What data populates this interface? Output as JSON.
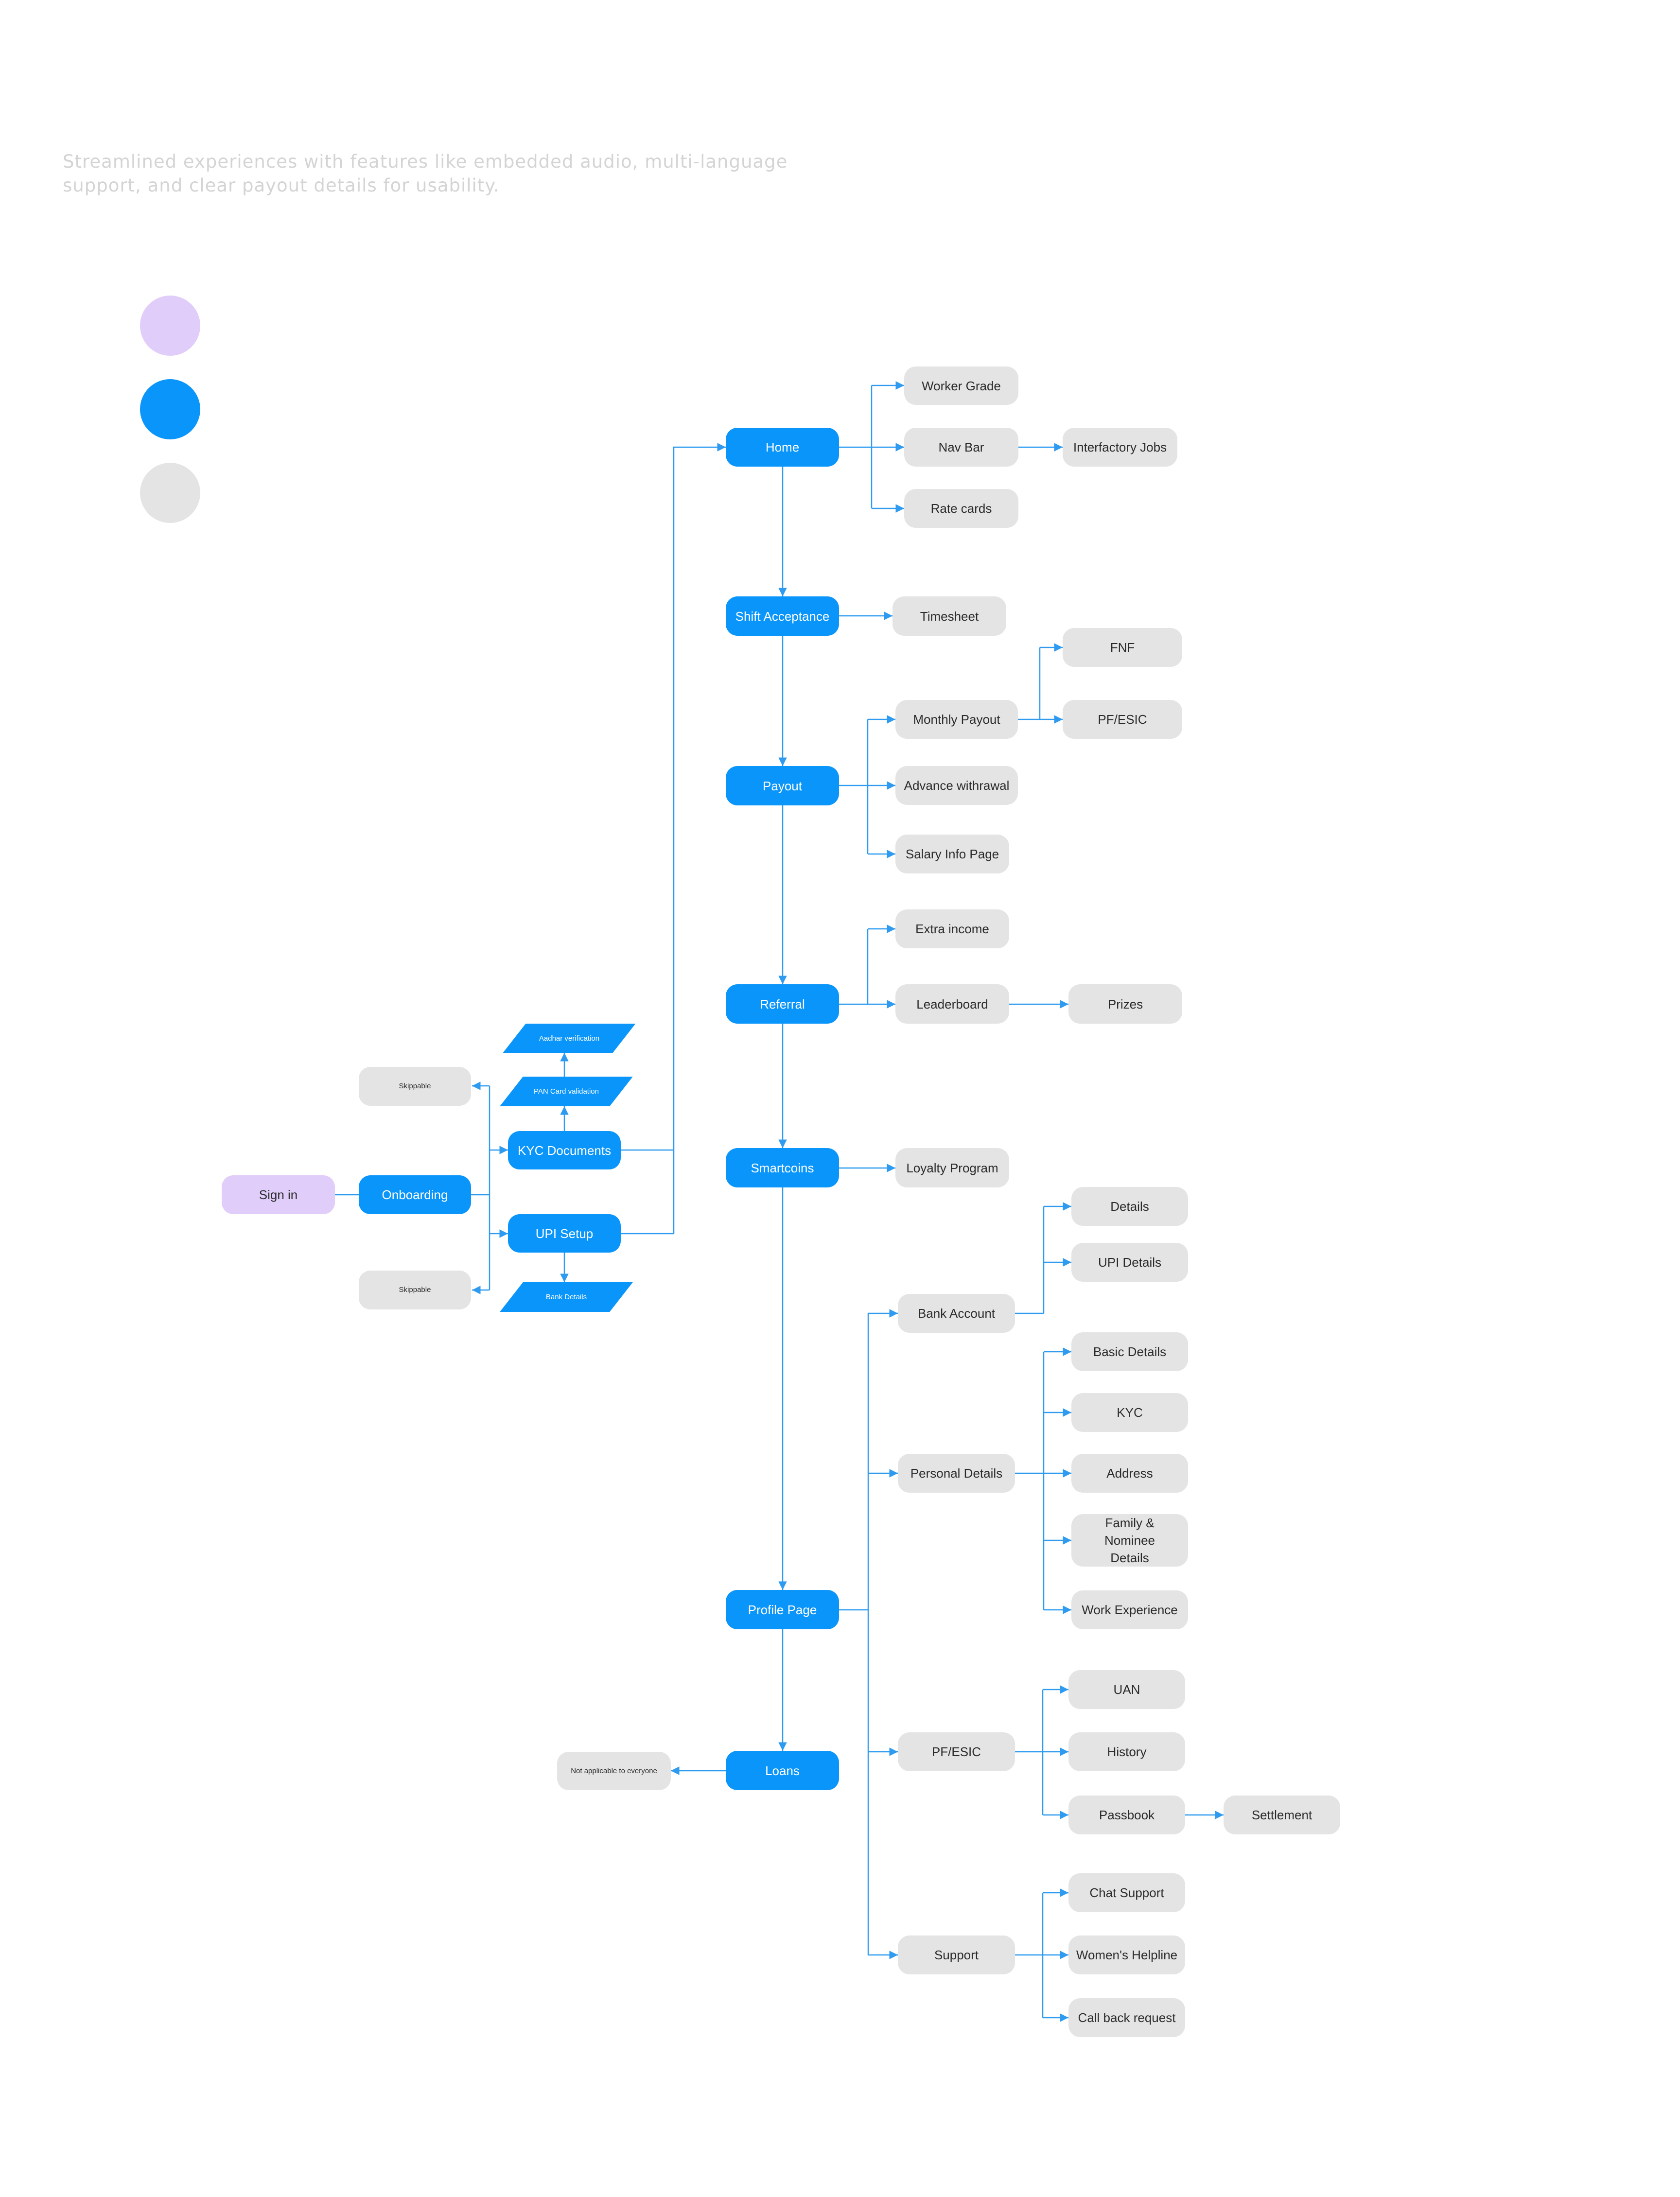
{
  "intro_text": "Streamlined experiences with features like embedded audio, multi-language support, and clear payout details for usability.",
  "legend": [
    {
      "color": "#e1cdfa"
    },
    {
      "color": "#0a95fb"
    },
    {
      "color": "#e4e4e4"
    }
  ],
  "colors": {
    "primary": "#0a95fb",
    "secondary": "#e4e4e4",
    "entry": "#e1cdfa",
    "connector": "#2e9bf0"
  },
  "nodes": {
    "sign_in": "Sign in",
    "onboarding": "Onboarding",
    "skippable_top": "Skippable",
    "skippable_bottom": "Skippable",
    "kyc_documents": "KYC Documents",
    "upi_setup": "UPI Setup",
    "aadhar_verification": "Aadhar verification",
    "pan_card_validation": "PAN Card validation",
    "bank_details": "Bank Details",
    "home": "Home",
    "worker_grade": "Worker Grade",
    "nav_bar": "Nav Bar",
    "interfactory_jobs": "Interfactory Jobs",
    "rate_cards": "Rate cards",
    "shift_acceptance": "Shift Acceptance",
    "timesheet": "Timesheet",
    "payout": "Payout",
    "monthly_payout": "Monthly Payout",
    "fnf": "FNF",
    "pf_esic_payout": "PF/ESIC",
    "advance_withrawal": "Advance withrawal",
    "salary_info_page": "Salary Info Page",
    "referral": "Referral",
    "extra_income": "Extra income",
    "leaderboard": "Leaderboard",
    "prizes": "Prizes",
    "smartcoins": "Smartcoins",
    "loyalty_program": "Loyalty Program",
    "profile_page": "Profile Page",
    "bank_account": "Bank Account",
    "details": "Details",
    "upi_details": "UPI Details",
    "personal_details": "Personal Details",
    "basic_details": "Basic Details",
    "kyc": "KYC",
    "address": "Address",
    "family_nominee_details": "Family & Nominee Details",
    "work_experience": "Work Experience",
    "pf_esic_profile": "PF/ESIC",
    "uan": "UAN",
    "history": "History",
    "passbook": "Passbook",
    "settlement": "Settlement",
    "support": "Support",
    "chat_support": "Chat Support",
    "womens_helpline": "Women's Helpline",
    "call_back_request": "Call back request",
    "loans": "Loans",
    "not_applicable": "Not applicable to everyone"
  }
}
